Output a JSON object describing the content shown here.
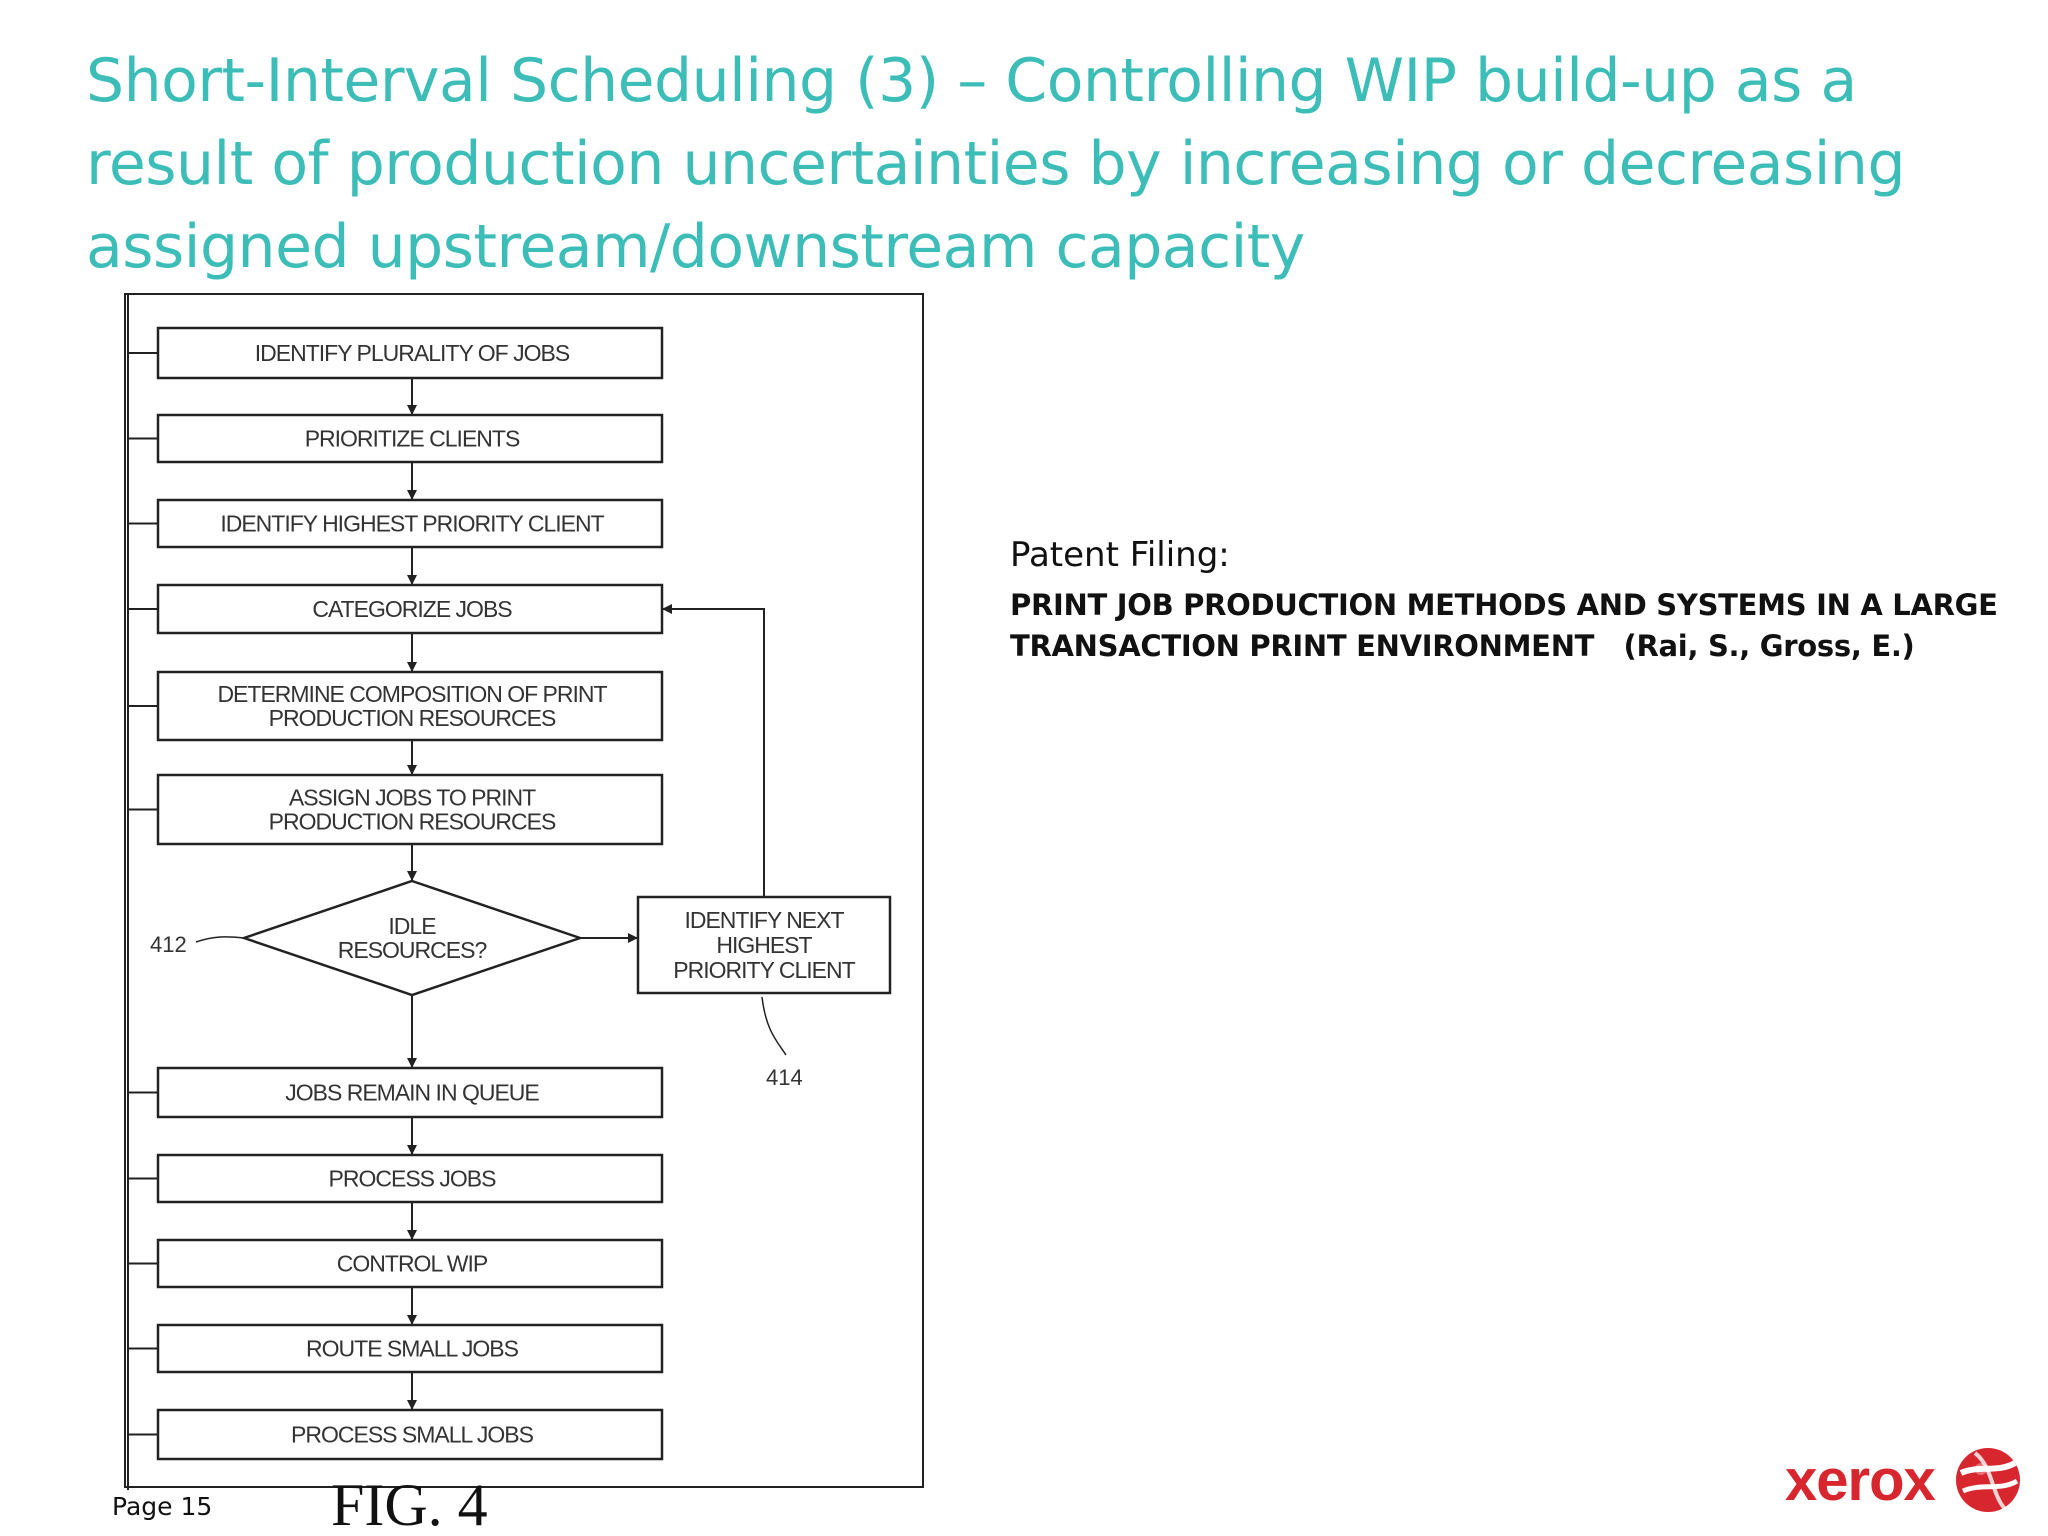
{
  "slide": {
    "title_lines": [
      "Short-Interval Scheduling (3) – Controlling WIP build-up as a",
      "result of production uncertainties by increasing or decreasing",
      "assigned upstream/downstream capacity"
    ],
    "page_label": "Page 15"
  },
  "patent": {
    "label": "Patent Filing:",
    "title_line1": "PRINT JOB PRODUCTION METHODS AND SYSTEMS IN A LARGE",
    "title_line2": "TRANSACTION PRINT ENVIRONMENT",
    "authors": "(Rai, S., Gross, E.)"
  },
  "flowchart": {
    "boxes": [
      {
        "lines": [
          "IDENTIFY PLURALITY OF JOBS"
        ]
      },
      {
        "lines": [
          "PRIORITIZE CLIENTS"
        ]
      },
      {
        "lines": [
          "IDENTIFY HIGHEST PRIORITY CLIENT"
        ]
      },
      {
        "lines": [
          "CATEGORIZE JOBS"
        ]
      },
      {
        "lines": [
          "DETERMINE COMPOSITION OF PRINT",
          "PRODUCTION RESOURCES"
        ]
      },
      {
        "lines": [
          "ASSIGN JOBS TO PRINT",
          "PRODUCTION RESOURCES"
        ]
      },
      {
        "lines": [
          "JOBS REMAIN IN QUEUE"
        ]
      },
      {
        "lines": [
          "PROCESS JOBS"
        ]
      },
      {
        "lines": [
          "CONTROL WIP"
        ]
      },
      {
        "lines": [
          "ROUTE SMALL JOBS"
        ]
      },
      {
        "lines": [
          "PROCESS SMALL JOBS"
        ]
      }
    ],
    "decision": {
      "lines": [
        "IDLE",
        "RESOURCES?"
      ],
      "ref": "412"
    },
    "side_box": {
      "lines": [
        "IDENTIFY NEXT",
        "HIGHEST",
        "PRIORITY CLIENT"
      ],
      "ref": "414"
    },
    "caption": "FIG. 4"
  },
  "logo": {
    "text": "xerox",
    "color": "#d7262e"
  },
  "colors": {
    "title": "#3dbdb8",
    "text": "#111111"
  }
}
